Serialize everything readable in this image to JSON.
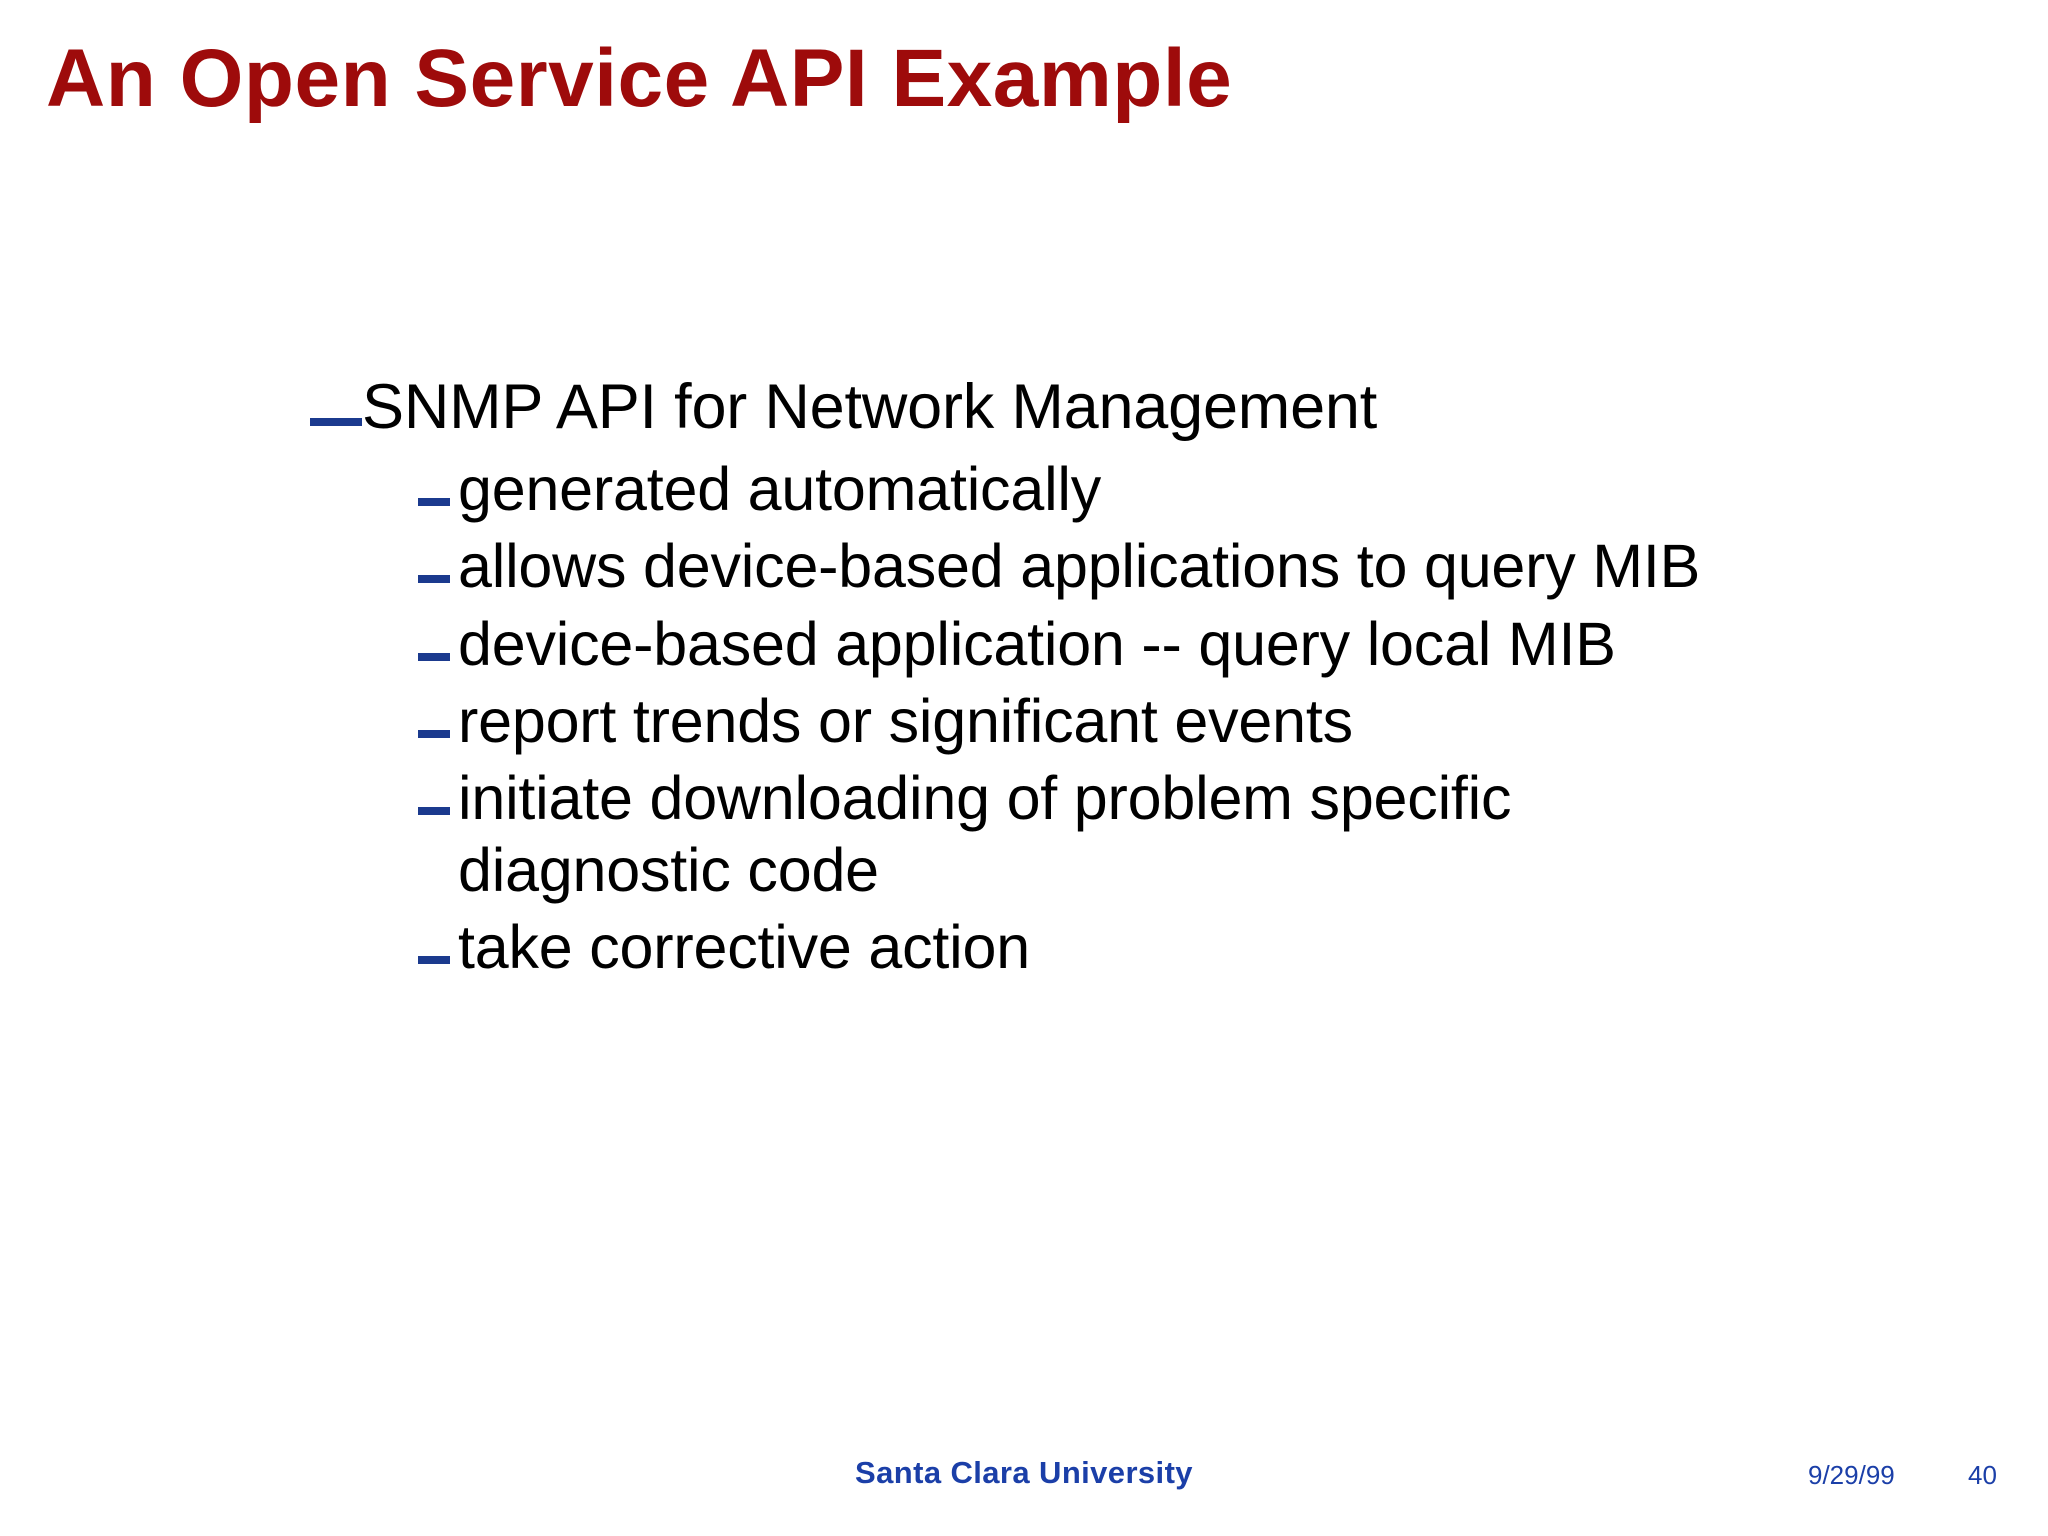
{
  "slide": {
    "title": "An Open Service API Example",
    "title_color": "#9E0B0B",
    "background_color": "#ffffff",
    "marker_color": "#1B3A8E",
    "body_text_color": "#000000"
  },
  "content": {
    "level1": {
      "marker": "em-dash",
      "text": "SNMP API for Network Management"
    },
    "level2": [
      {
        "marker": "en-dash",
        "text": "generated automatically"
      },
      {
        "marker": "en-dash",
        "text": "allows device-based applications to query MIB"
      },
      {
        "marker": "en-dash",
        "text": "device-based application -- query local MIB"
      },
      {
        "marker": "en-dash",
        "text": "report trends or significant events"
      },
      {
        "marker": "en-dash",
        "text": "initiate downloading of problem specific diagnostic code"
      },
      {
        "marker": "en-dash",
        "text": "take corrective action"
      }
    ]
  },
  "footer": {
    "organization": "Santa Clara University",
    "date": "9/29/99",
    "page_number": "40",
    "color": "#1B3FA8"
  }
}
